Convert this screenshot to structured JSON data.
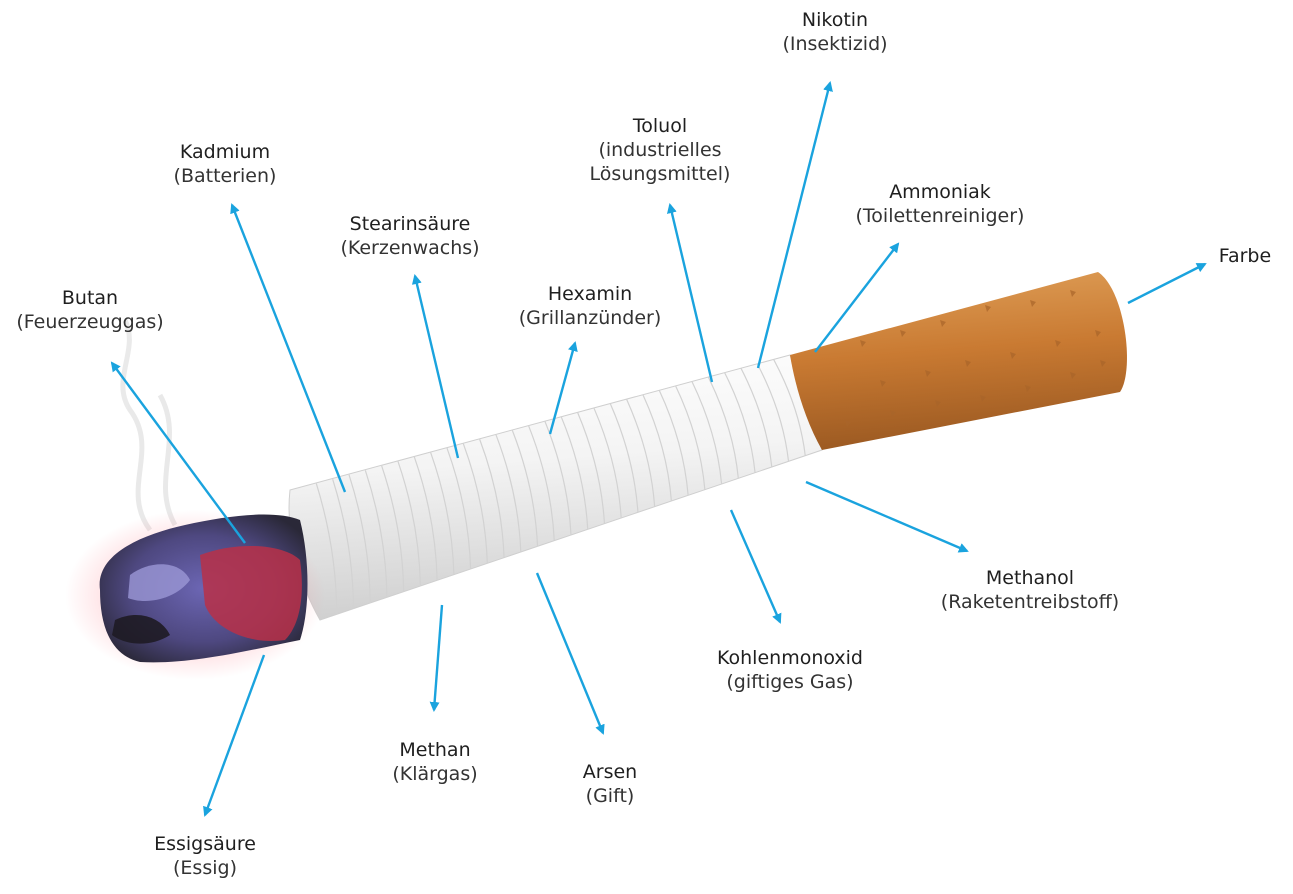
{
  "diagram": {
    "subject": "cigarette",
    "labels": [
      {
        "id": "butan",
        "name": "Butan",
        "desc": "(Feuerzeuggas)"
      },
      {
        "id": "kadmium",
        "name": "Kadmium",
        "desc": "(Batterien)"
      },
      {
        "id": "stearinsaeure",
        "name": "Stearinsäure",
        "desc": "(Kerzenwachs)"
      },
      {
        "id": "hexamin",
        "name": "Hexamin",
        "desc": "(Grillanzünder)"
      },
      {
        "id": "toluol",
        "name": "Toluol",
        "desc_lines": [
          "(industrielles",
          "Lösungsmittel)"
        ]
      },
      {
        "id": "nikotin",
        "name": "Nikotin",
        "desc": "(Insektizid)"
      },
      {
        "id": "ammoniak",
        "name": "Ammoniak",
        "desc": "(Toilettenreiniger)"
      },
      {
        "id": "farbe",
        "name": "Farbe",
        "desc": ""
      },
      {
        "id": "methanol",
        "name": "Methanol",
        "desc": "(Raketentreibstoff)"
      },
      {
        "id": "kohlenmonoxid",
        "name": "Kohlenmonoxid",
        "desc": "(giftiges Gas)"
      },
      {
        "id": "arsen",
        "name": "Arsen",
        "desc": "(Gift)"
      },
      {
        "id": "methan",
        "name": "Methan",
        "desc": "(Klärgas)"
      },
      {
        "id": "essigsaeure",
        "name": "Essigsäure",
        "desc": "(Essig)"
      }
    ],
    "colors": {
      "arrow": "#1aa3de",
      "paper": "#f2f2f2",
      "filter": "#c9772e",
      "ember": "#b83048",
      "ash": "#8a86c8"
    }
  }
}
